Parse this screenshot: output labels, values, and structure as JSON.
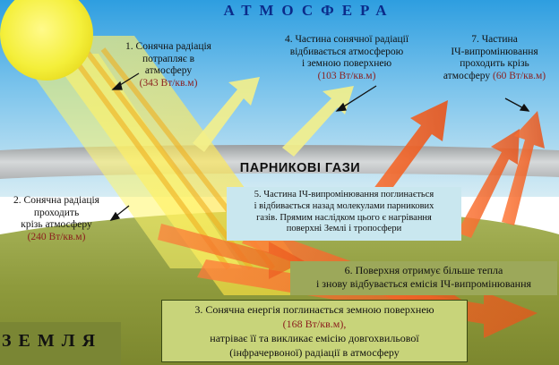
{
  "atmosphere_title": "АТМОСФЕРА",
  "earth_title": "ЗЕМЛЯ",
  "band_label": "ПАРНИКОВІ ГАЗИ",
  "labels": {
    "l1": {
      "line1": "1. Сонячна радіація",
      "line2": "потрапляє в",
      "line3": "атмосферу",
      "value": "(343 Вт/кв.м)"
    },
    "l2": {
      "line1": "2. Сонячна радіація",
      "line2": "проходить",
      "line3": "крізь атмосферу",
      "value": "(240 Вт/кв.м)"
    },
    "l4": {
      "line1": "4. Частина сонячної радіації",
      "line2": "відбивається атмосферою",
      "line3": "і земною поверхнею",
      "value": "(103 Вт/кв.м)"
    },
    "l7": {
      "line1": "7. Частина",
      "line2": "ІЧ-випромінювання",
      "line3": "проходить крізь",
      "line4": "атмосферу",
      "value": "(60 Вт/кв.м)"
    }
  },
  "boxes": {
    "b5": {
      "line1": "5. Частина ІЧ-випромінювання поглинається",
      "line2": "і відбивається назад молекулами парникових",
      "line3": "газів. Прямим наслідком цього є нагрівання",
      "line4": "поверхні Землі і тропосфери"
    },
    "b6": {
      "line1": "6. Поверхня отримує більше тепла",
      "line2": "і знову відбувається емісія ІЧ-випромінювання"
    },
    "b3": {
      "line1": "3. Сонячна енергія поглинається земною поверхнею",
      "value": "(168 Вт/кв.м),",
      "line2": "натріває її та викликає емісію довгохвильової",
      "line3": "(інфрачервоної) радіації в атмосферу"
    }
  },
  "colors": {
    "sky_top": "#2e9ee0",
    "sky_bottom": "#d2e8f2",
    "sun": "#f4ef3a",
    "solar_beam": "#fff34a",
    "ir_arrow": "#f05a18",
    "greenhouse_band": "#c4c4c4",
    "ground": "#8f9a3a",
    "value_text": "#8b1d1d"
  }
}
